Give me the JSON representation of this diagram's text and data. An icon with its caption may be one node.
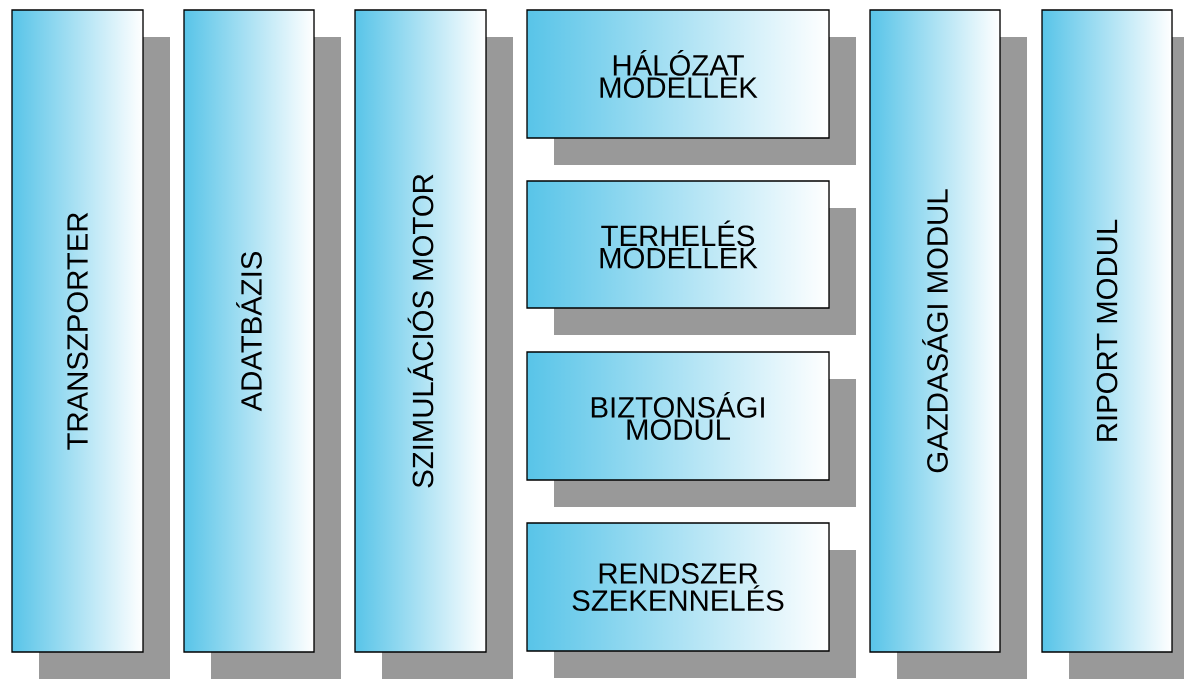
{
  "diagram": {
    "nodes": [
      {
        "text": [
          "TRANSZPORTER"
        ]
      },
      {
        "text": [
          "ADATBÁZIS"
        ]
      },
      {
        "text": [
          "SZIMULÁCIÓS MOTOR"
        ]
      },
      {
        "text": [
          "HÁLÓZAT MODELLEK"
        ]
      },
      {
        "text": [
          "TERHELÉS MODELLEK"
        ]
      },
      {
        "text": [
          "BIZTONSÁGI MODUL"
        ]
      },
      {
        "text": [
          "RENDSZER SZEKENNELÉS"
        ]
      },
      {
        "text": [
          "GAZDASÁGI MODUL"
        ]
      },
      {
        "text": [
          "RIPORT MODUL"
        ]
      }
    ]
  }
}
